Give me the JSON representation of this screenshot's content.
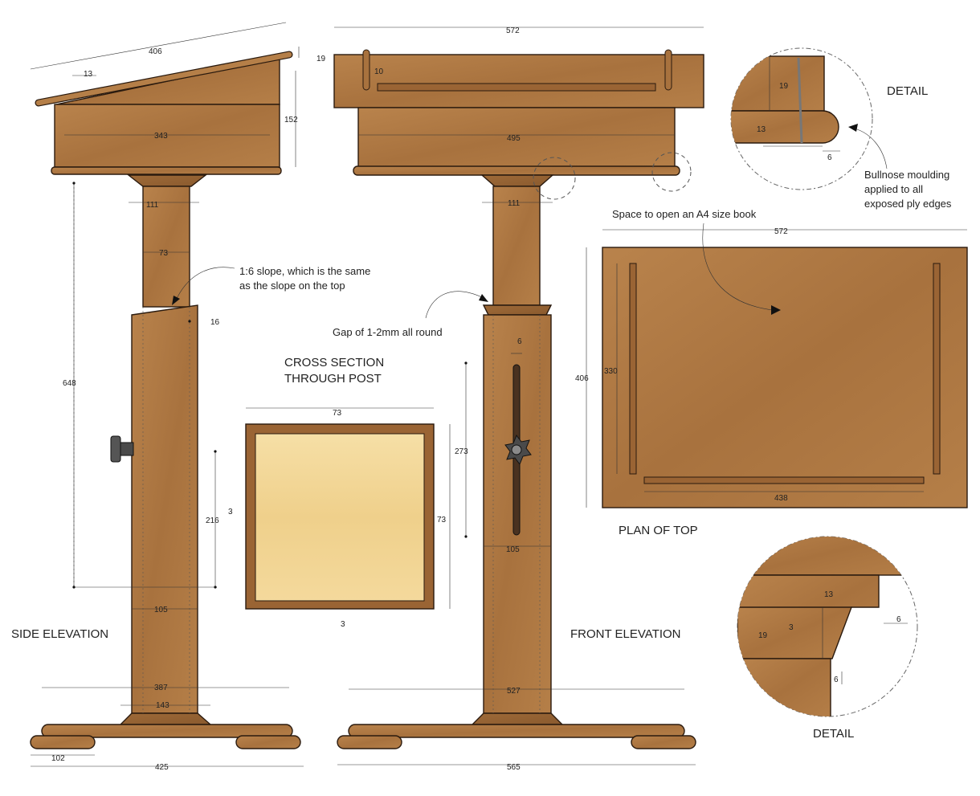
{
  "views": {
    "side_elevation": "SIDE ELEVATION",
    "front_elevation": "FRONT ELEVATION",
    "cross_section": [
      "CROSS SECTION",
      "THROUGH POST"
    ],
    "plan_of_top": "PLAN OF TOP",
    "detail_top": "DETAIL",
    "detail_bottom": "DETAIL"
  },
  "notes": {
    "slope": [
      "1:6 slope, which is the same",
      "as the slope on the top"
    ],
    "gap": "Gap of 1-2mm all round",
    "a4": "Space to open an A4 size book",
    "bullnose": [
      "Bullnose moulding",
      "applied to all",
      "exposed ply edges"
    ]
  },
  "dimensions": {
    "side": {
      "top_length": "406",
      "lip": "13",
      "lip_height": "19",
      "box_depth": "343",
      "box_height": "152",
      "post_width": "111",
      "post_inner": "73",
      "sleeve_offset": "16",
      "height": "648",
      "travel": "216",
      "sleeve_width": "105",
      "base_top": "387",
      "base_block": "143",
      "foot": "102",
      "base_total": "425"
    },
    "front": {
      "top_width": "572",
      "pin": "10",
      "box_width": "495",
      "post_width": "111",
      "slot_width": "6",
      "slot_length": "273",
      "sleeve_width": "105",
      "base_top": "527",
      "base_total": "565"
    },
    "section": {
      "width": "73",
      "height": "73",
      "wall_side": "3",
      "wall_bottom": "3"
    },
    "plan": {
      "width": "572",
      "depth": "406",
      "rail_length": "330",
      "ledge_length": "438"
    },
    "detail_top": {
      "thickness": "19",
      "edge": "13",
      "bullnose": "6"
    },
    "detail_bottom": {
      "top_ply": "13",
      "ply": "19",
      "gap": "3",
      "chamfer_w": "6",
      "chamfer_h": "6"
    }
  },
  "colors": {
    "wood": "#b07a45",
    "wood_light": "#c8935a",
    "wood_dark": "#8a5a2e",
    "pine": "#f2d79a",
    "knob": "#4a4a4a"
  }
}
